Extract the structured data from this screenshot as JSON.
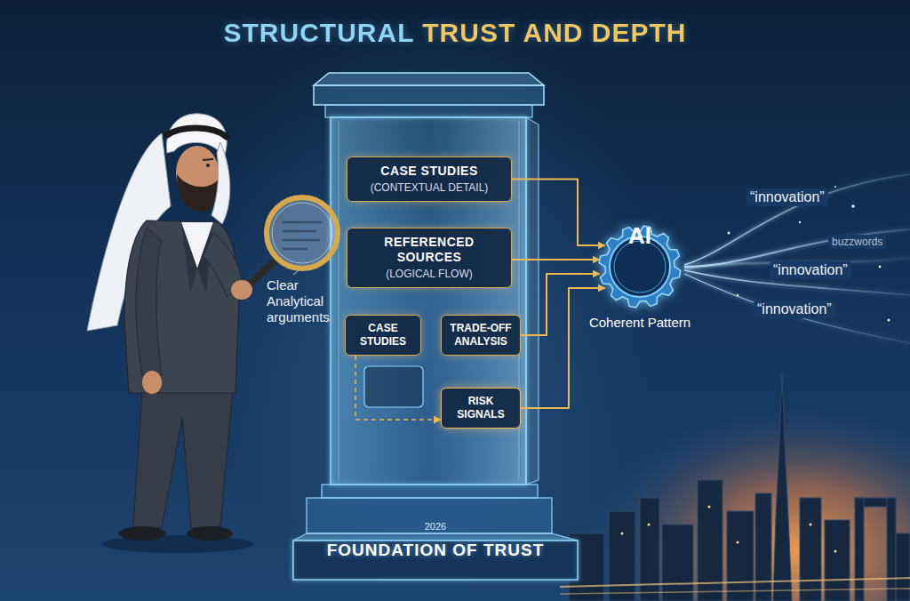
{
  "diagram": {
    "title": "STRUCTURAL TRUST AND DEPTH",
    "nodes": [
      {
        "text": [
          "CASE STUDIES",
          "(CONTEXTUAL DETAIL)"
        ]
      },
      {
        "text": [
          "REFERENCED SOURCES",
          "(LOGICAL FLOW)"
        ]
      },
      {
        "text": [
          "CASE STUDIES"
        ]
      },
      {
        "text": [
          "TRADE-OFF ANALYSIS"
        ]
      },
      {
        "text": [
          "RISK SIGNALS"
        ]
      },
      {
        "text": [
          "2026",
          "FOUNDATION OF TRUST"
        ]
      },
      {
        "text": [
          "AI",
          "Coherent Pattern"
        ]
      }
    ],
    "edges": [
      {
        "from": 0,
        "to": 6,
        "arrow": "to"
      },
      {
        "from": 1,
        "to": 6,
        "arrow": "to"
      },
      {
        "from": 3,
        "to": 6,
        "arrow": "to"
      },
      {
        "from": 4,
        "to": 6,
        "arrow": "to"
      },
      {
        "from": 2,
        "to": 4,
        "arrow": "to"
      }
    ],
    "labels": [
      "Clear Analytical arguments",
      "“innovation”",
      "buzzwords",
      "“innovation”",
      "“innovation”"
    ]
  }
}
